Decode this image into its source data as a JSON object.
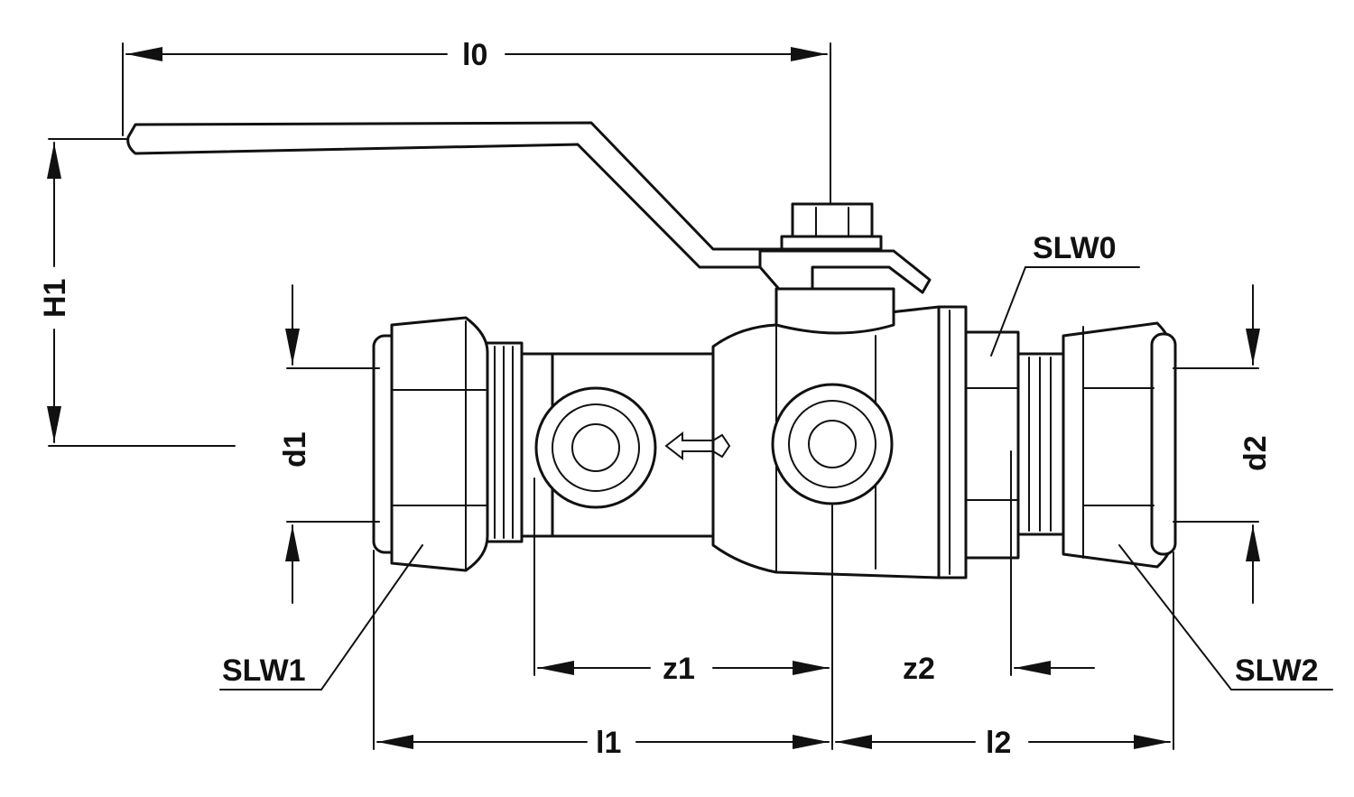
{
  "labels": {
    "l0": "l0",
    "h1": "H1",
    "d1": "d1",
    "d2": "d2",
    "z1": "z1",
    "z2": "z2",
    "l1": "l1",
    "l2": "l2",
    "slw0": "SLW0",
    "slw1": "SLW1",
    "slw2": "SLW2"
  },
  "icons": {
    "flow_direction": "flow-arrow-left-icon"
  }
}
